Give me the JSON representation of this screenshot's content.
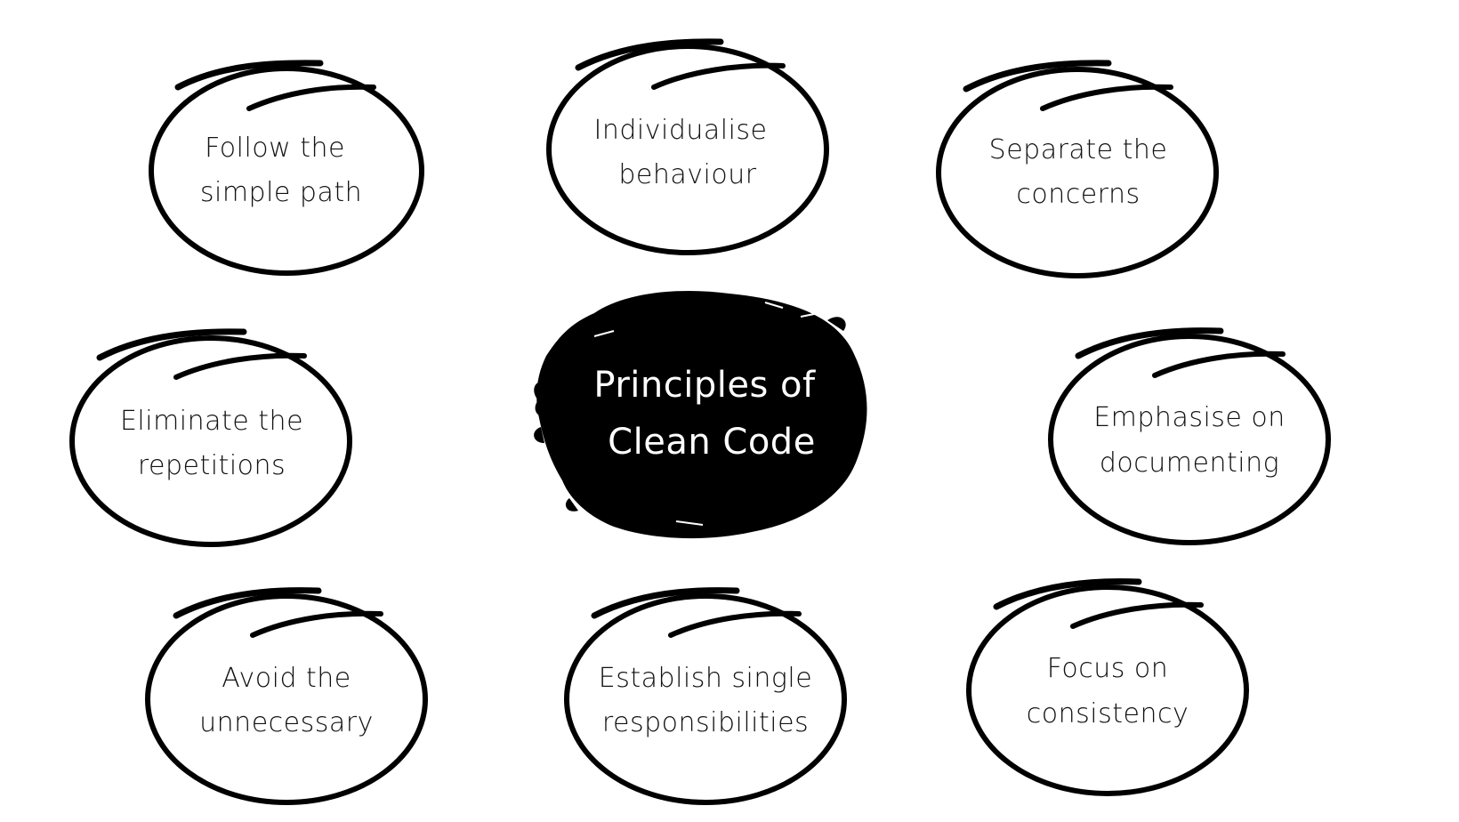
{
  "diagram": {
    "center": {
      "line1": "Principles of",
      "line2": "Clean Code"
    },
    "nodes": [
      {
        "line1": "Follow the",
        "line2": "simple path"
      },
      {
        "line1": "Individualise",
        "line2": "behaviour"
      },
      {
        "line1": "Separate the",
        "line2": "concerns"
      },
      {
        "line1": "Eliminate the",
        "line2": "repetitions"
      },
      {
        "line1": "Emphasise on",
        "line2": "documenting"
      },
      {
        "line1": "Avoid the",
        "line2": "unnecessary"
      },
      {
        "line1": "Establish single",
        "line2": "responsibilities"
      },
      {
        "line1": "Focus on",
        "line2": "consistency"
      }
    ]
  },
  "colors": {
    "background": "#ffffff",
    "ink": "#000000",
    "center_text": "#ffffff"
  }
}
